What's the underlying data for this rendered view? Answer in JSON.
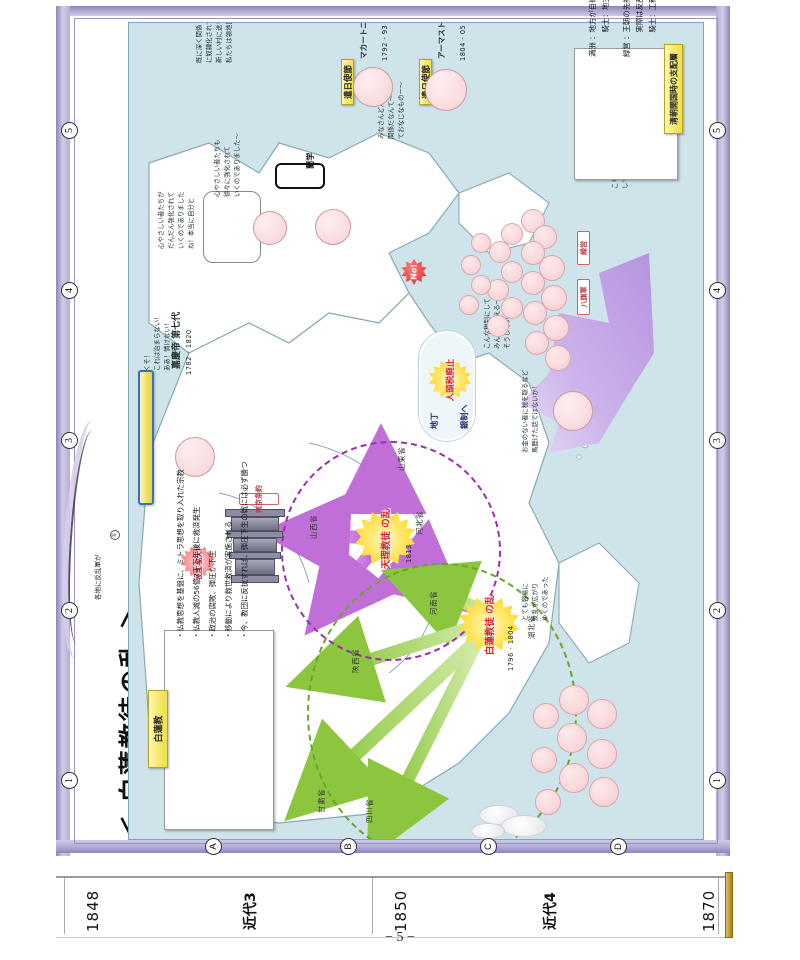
{
  "page": {
    "title": "＜ 白蓮教徒の乱 ＞",
    "page_number": "− 5 −"
  },
  "edge_markers": {
    "numbers": [
      "1",
      "2",
      "3",
      "4",
      "5"
    ],
    "letters": [
      "A",
      "B",
      "C",
      "D"
    ]
  },
  "legend_box": {
    "ribbon_label": "清朝開国時の支配層",
    "lines": [
      "満洲 ：地方が自衛のために組織した軍。",
      "　　　 騎士：地主、隊員：小作人",
      "緑営 ：王朝の先祖に対して組織した軍。",
      "　　　 実際は反乱軍などが実質的な集まり、",
      "　　　 騎士：工科　隊員：近代・現代"
    ]
  },
  "summary_box": {
    "ribbon_label": "白蓮教",
    "bullets": [
      "・仏教思想を基盤に、ミトラ思想を取り入れた宗教",
      "・仏教人滅の56億7千万年後に救済発生",
      "・政治の腐敗、弾圧が下生",
      "・移動により救世救済が実施される",
      "・今、教団に反抗すれば、弾圧下生の戦には必ず勝つ"
    ]
  },
  "map_texts": {
    "top_left_note": [
      "既に深く関係している地",
      "に奴隷化されており",
      "新しい村に送りこまれ～",
      "私たちは領地区に代わって～"
    ],
    "top_left_balloon": [
      "心やさしい者たちも",
      "徐々に強化されて",
      "いくのでありました～"
    ],
    "macartney_label": "遣日使節",
    "macartney_name": "マカートニー\nイギリス\nランスデン",
    "macartney_date": "1792 - 93",
    "amherst_label": "遣日使節",
    "amherst_name": "アーマスト\nイギリス\nコンタイル",
    "amherst_date": "1804 - 05",
    "amherst_note": [
      "みなさんどんな",
      "関係だなんて～",
      "ておなじなものー～"
    ],
    "dutch_bubble": "蘭学",
    "mid_left_balloon": [
      "心やさしい者たちが",
      "だんだん強化されて",
      "いくのでありました",
      "ね！本当に自分と",
      "思わない～"
    ],
    "emperor_title": "嘉慶帝 第七代",
    "emperor_name": "嘉慶帝 第七代",
    "emperor_dates": "1782 - 1820",
    "emperor_balloon": [
      "くそ！",
      "これは治まらない！",
      "ああ！情けない！"
    ],
    "left_sidebar_note": [
      "各地に反乱軍が",
      "台頭していた。"
    ],
    "center_burst": "人頭税廃止",
    "center_title_top": "地丁",
    "center_title_bottom": "銀制へ",
    "center_note": [
      "こんな税制にして",
      "みんなで支える～",
      "そうしていこう！"
    ],
    "soldier_note": [
      "お金のない者に税を取るなど",
      "馬鹿げた話ではないか！"
    ],
    "crowd_tag_top": "緑営",
    "crowd_tag_bottom": "八旗軍",
    "crowd_note": [
      "こちらです",
      "しているだろう！"
    ],
    "bottom_right_note": [
      "とても容易に",
      "反乱が広がり",
      "ゆくのであった"
    ],
    "no_label": "No!",
    "pagoda_tag": "南京条約",
    "pagoda_redtag": "反乱\n拡大！"
  },
  "rebellions": [
    {
      "name": "天理教徒\nの乱",
      "date": "1813",
      "ellipse": "purple"
    },
    {
      "name": "白蓮教徒\nの乱",
      "date": "1796 - 1804",
      "ellipse": "green"
    }
  ],
  "provinces": [
    "山東省",
    "河北省",
    "山西省",
    "河南省",
    "陝西省",
    "甘粛省",
    "四川省",
    "湖北省"
  ],
  "timeline": {
    "years": [
      "1848",
      "1850",
      "1870"
    ],
    "eras": [
      "近代3",
      "近代4"
    ]
  },
  "colors": {
    "accent_purple": "#9b2fae",
    "accent_green": "#6aa52a",
    "frame_purple": "#b3aed8",
    "sea": "#cfe3ea",
    "ribbon_yellow": "#f6ea72",
    "burst_red": "#d9202a"
  }
}
